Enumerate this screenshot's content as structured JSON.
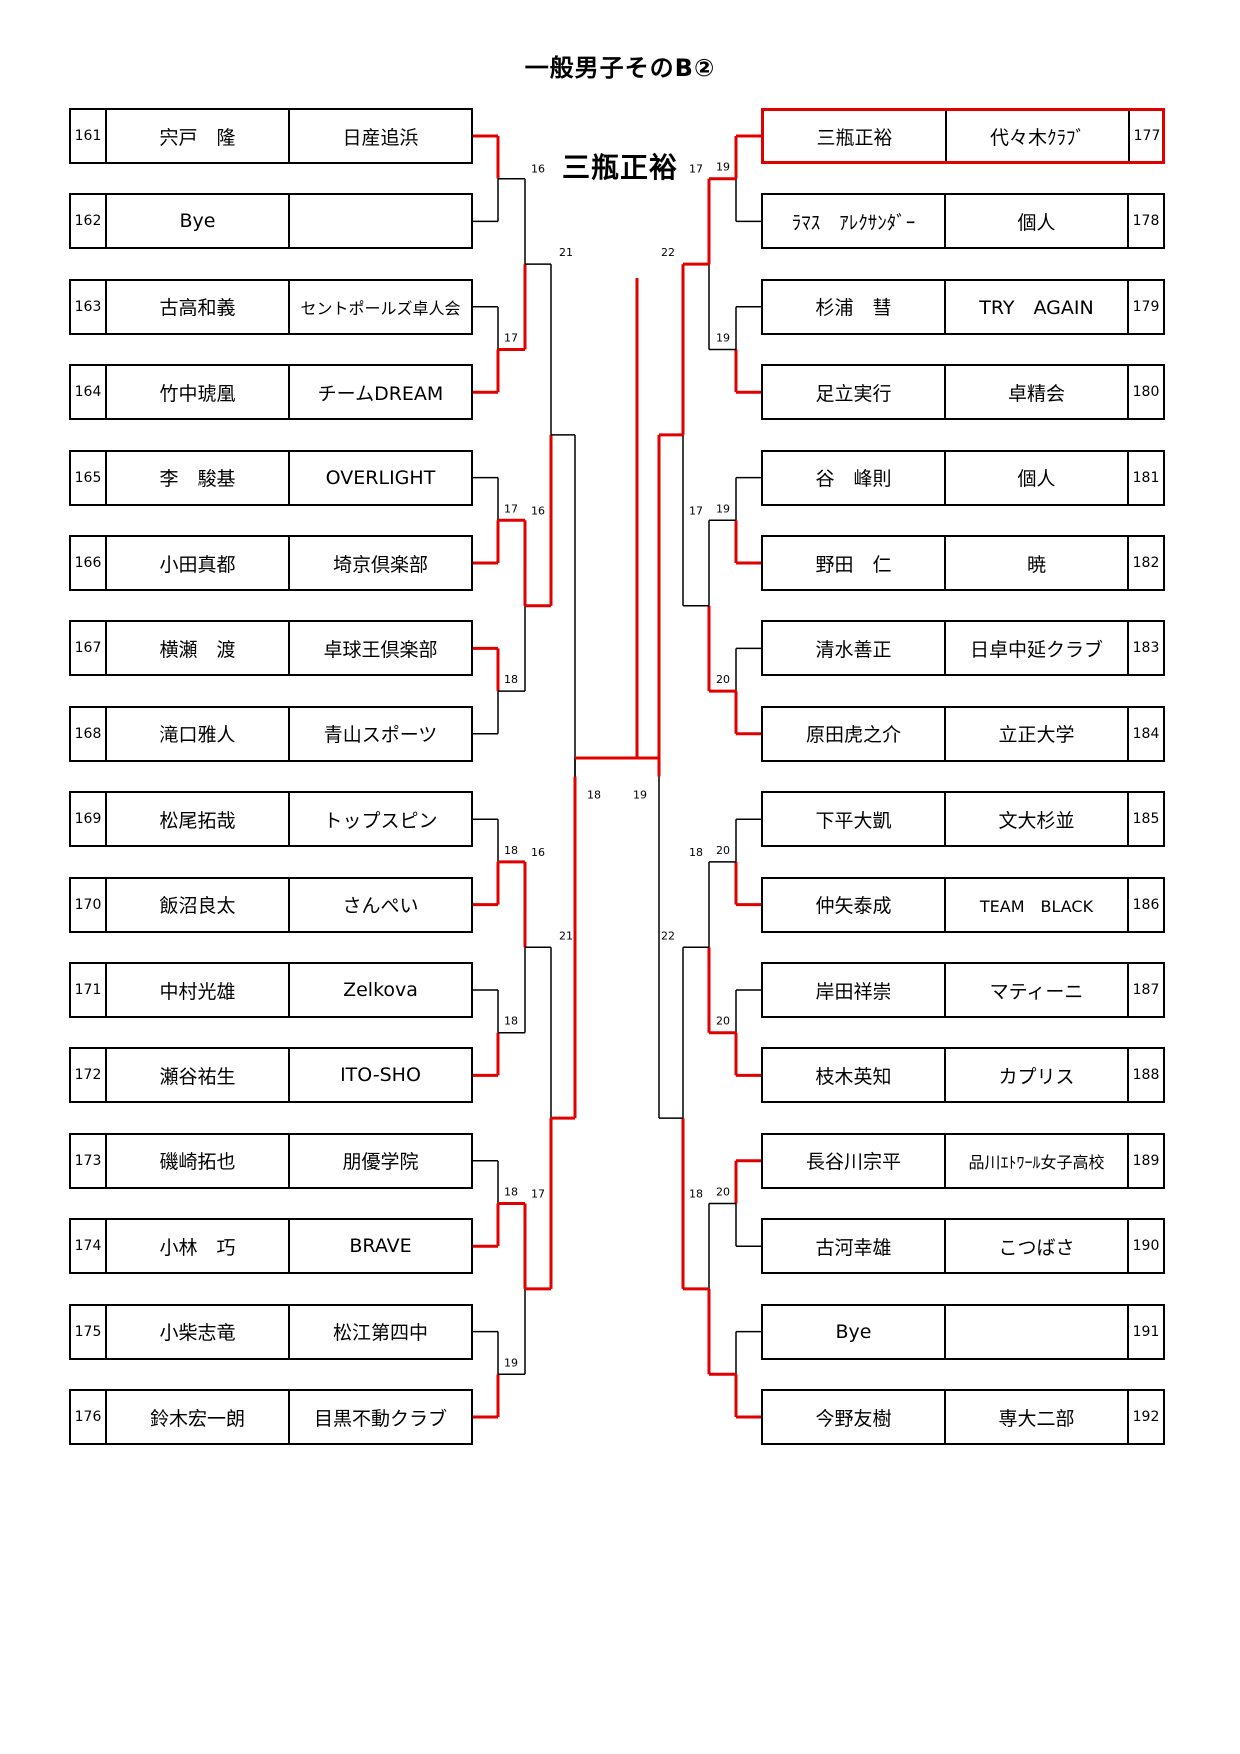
{
  "title": "一般男子そのB②",
  "winner": "三瓶正裕",
  "left_entries": [
    {
      "seed": "161",
      "name": "宍戸　隆",
      "club": "日産追浜"
    },
    {
      "seed": "162",
      "name": "Bye",
      "club": ""
    },
    {
      "seed": "163",
      "name": "古高和義",
      "club": "セントポールズ卓人会"
    },
    {
      "seed": "164",
      "name": "竹中琥凰",
      "club": "チームDREAM"
    },
    {
      "seed": "165",
      "name": "李　駿基",
      "club": "OVERLIGHT"
    },
    {
      "seed": "166",
      "name": "小田真都",
      "club": "埼京倶楽部"
    },
    {
      "seed": "167",
      "name": "横瀬　渡",
      "club": "卓球王倶楽部"
    },
    {
      "seed": "168",
      "name": "滝口雅人",
      "club": "青山スポーツ"
    },
    {
      "seed": "169",
      "name": "松尾拓哉",
      "club": "トップスピン"
    },
    {
      "seed": "170",
      "name": "飯沼良太",
      "club": "さんぺい"
    },
    {
      "seed": "171",
      "name": "中村光雄",
      "club": "Zelkova"
    },
    {
      "seed": "172",
      "name": "瀬谷祐生",
      "club": "ITO-SHO"
    },
    {
      "seed": "173",
      "name": "磯崎拓也",
      "club": "朋優学院"
    },
    {
      "seed": "174",
      "name": "小林　巧",
      "club": "BRAVE"
    },
    {
      "seed": "175",
      "name": "小柴志竜",
      "club": "松江第四中"
    },
    {
      "seed": "176",
      "name": "鈴木宏一朗",
      "club": "目黒不動クラブ"
    }
  ],
  "right_entries": [
    {
      "seed": "177",
      "name": "三瓶正裕",
      "club": "代々木ｸﾗﾌﾞ"
    },
    {
      "seed": "178",
      "name": "ﾗﾏｽ　ｱﾚｸｻﾝﾀﾞｰ",
      "club": "個人"
    },
    {
      "seed": "179",
      "name": "杉浦　彗",
      "club": "TRY　AGAIN"
    },
    {
      "seed": "180",
      "name": "足立実行",
      "club": "卓精会"
    },
    {
      "seed": "181",
      "name": "谷　峰則",
      "club": "個人"
    },
    {
      "seed": "182",
      "name": "野田　仁",
      "club": "暁"
    },
    {
      "seed": "183",
      "name": "清水善正",
      "club": "日卓中延クラブ"
    },
    {
      "seed": "184",
      "name": "原田虎之介",
      "club": "立正大学"
    },
    {
      "seed": "185",
      "name": "下平大凱",
      "club": "文大杉並"
    },
    {
      "seed": "186",
      "name": "仲矢泰成",
      "club": "TEAM　BLACK"
    },
    {
      "seed": "187",
      "name": "岸田祥崇",
      "club": "マティーニ"
    },
    {
      "seed": "188",
      "name": "枝木英知",
      "club": "カプリス"
    },
    {
      "seed": "189",
      "name": "長谷川宗平",
      "club": "品川ｴﾄﾜｰﾙ女子高校"
    },
    {
      "seed": "190",
      "name": "古河幸雄",
      "club": "こつばさ"
    },
    {
      "seed": "191",
      "name": "Bye",
      "club": ""
    },
    {
      "seed": "192",
      "name": "今野友樹",
      "club": "専大二部"
    }
  ],
  "match_labels": {
    "left_r1": [
      "",
      "17",
      "17",
      "18",
      "18",
      "18",
      "18",
      "19"
    ],
    "left_r2": [
      "16",
      "16",
      "16",
      "17"
    ],
    "left_r3": [
      "21",
      "21"
    ],
    "left_final": "18",
    "right_r1": [
      "19",
      "19",
      "19",
      "20",
      "20",
      "20",
      "20",
      ""
    ],
    "right_r2": [
      "17",
      "17",
      "18",
      "18"
    ],
    "right_r3": [
      "22",
      "22"
    ],
    "right_final": "19"
  },
  "highlight_color": "#e00000"
}
